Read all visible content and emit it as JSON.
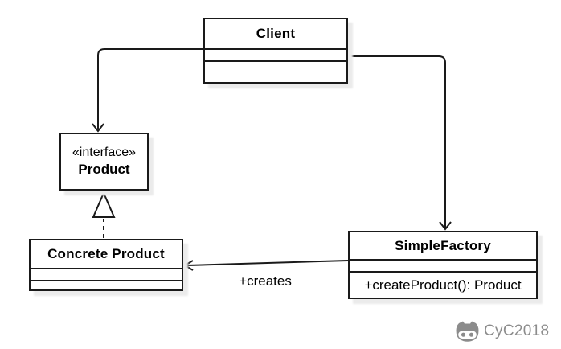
{
  "diagram": {
    "title_semantic": "simple-factory-pattern-uml",
    "classes": {
      "client": {
        "name": "Client"
      },
      "product": {
        "stereotype": "«interface»",
        "name": "Product"
      },
      "concrete_product": {
        "name": "Concrete Product"
      },
      "simple_factory": {
        "name": "SimpleFactory",
        "method": "+createProduct(): Product"
      }
    },
    "edge_labels": {
      "creates": "+creates"
    }
  },
  "watermark": {
    "text": "CyC2018"
  },
  "colors": {
    "stroke": "#1a1a1a",
    "shadow": "#ebebeb",
    "watermark": "#8c8c8c",
    "background": "#ffffff"
  }
}
